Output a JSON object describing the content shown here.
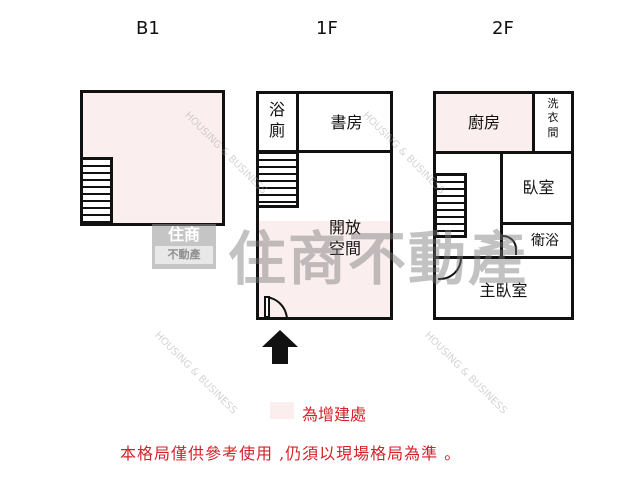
{
  "floors": [
    {
      "id": "B1",
      "label": "B1",
      "rooms": []
    },
    {
      "id": "1F",
      "label": "1F",
      "rooms": [
        {
          "name": "bathroom",
          "label": "浴\n廁"
        },
        {
          "name": "study",
          "label": "書房"
        },
        {
          "name": "open-space",
          "label": "開放\n空間"
        }
      ]
    },
    {
      "id": "2F",
      "label": "2F",
      "rooms": [
        {
          "name": "kitchen",
          "label": "廚房"
        },
        {
          "name": "laundry",
          "label": "洗\n衣\n間"
        },
        {
          "name": "bedroom",
          "label": "臥室"
        },
        {
          "name": "bathroom",
          "label": "衛浴"
        },
        {
          "name": "master-bedroom",
          "label": "主臥室"
        }
      ]
    }
  ],
  "legend": {
    "swatch_color": "#fbeeee",
    "text": "為增建處"
  },
  "disclaimer": "本格局僅供參考使用 ,仍須以現場格局為準 。",
  "watermark": {
    "main": "住商不動產",
    "logo_top": "住商",
    "logo_bottom": "不動產",
    "diagonal": "HOUSING & BUSINESS"
  },
  "colors": {
    "wall": "#111111",
    "addition_fill": "#fbeeee",
    "note_red": "#d4222a"
  }
}
